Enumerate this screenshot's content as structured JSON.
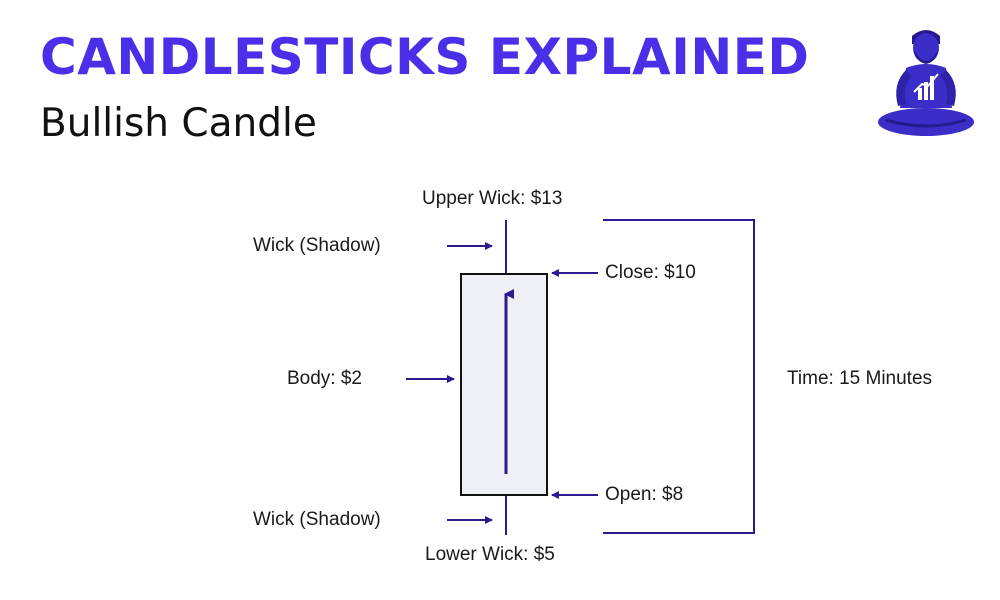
{
  "header": {
    "title": "CANDLESTICKS EXPLAINED",
    "subtitle": "Bullish Candle"
  },
  "labels": {
    "upper_wick": "Upper Wick: $13",
    "wick_top": "Wick (Shadow)",
    "close": "Close: $10",
    "body": "Body: $2",
    "time": "Time: 15 Minutes",
    "open": "Open: $8",
    "wick_bottom": "Wick (Shadow)",
    "lower_wick": "Lower Wick: $5"
  },
  "colors": {
    "title": "#4a2fe8",
    "accent": "#2a1b8f",
    "candle_fill": "#efeff7",
    "candle_stroke": "#111111",
    "mascot": "#3a2dc8",
    "mascot_dark": "#241a8a"
  },
  "icons": {
    "mascot": "meditating-trader-icon"
  }
}
